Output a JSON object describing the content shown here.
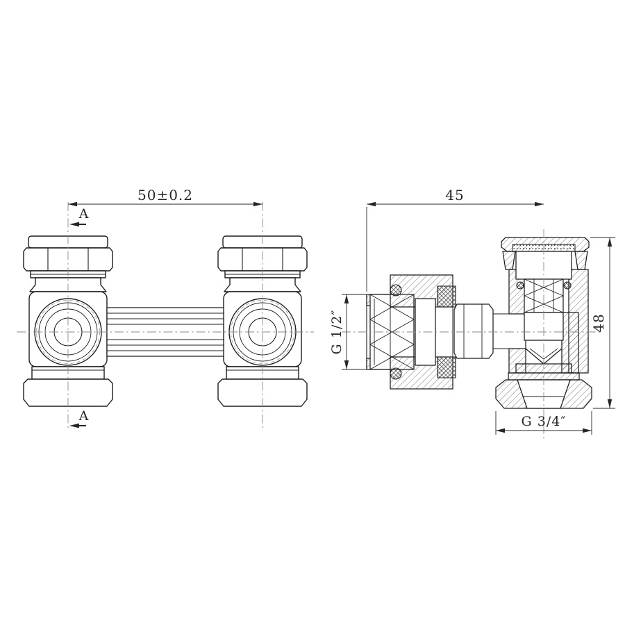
{
  "theme": {
    "background": "#ffffff",
    "line": "#1c1c1c",
    "centerline": "#8a8a8a",
    "hatch": "#4d4d4d",
    "dim": "#262626"
  },
  "drawing": {
    "type": "technical-drawing",
    "subject": "angle radiator valve fitting, two orthographic views",
    "front_view": {
      "dimension_width": {
        "label": "50±0.2"
      },
      "section_marker_top": {
        "label": "A"
      },
      "section_marker_bottom": {
        "label": "A"
      }
    },
    "section_view": {
      "dimension_depth": {
        "label": "45"
      },
      "dimension_height": {
        "label": "48"
      },
      "thread_inlet": {
        "label": "G 1/2″"
      },
      "thread_outlet": {
        "label": "G 3/4″"
      }
    }
  }
}
